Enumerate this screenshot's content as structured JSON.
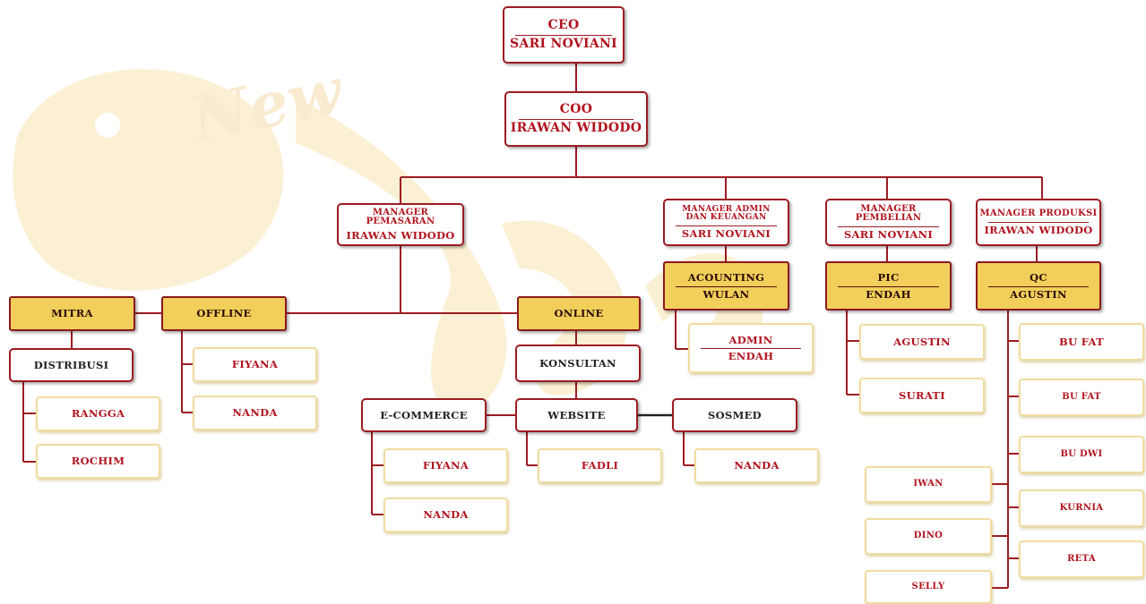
{
  "nodes": {
    "ceo": {
      "title": "CEO",
      "name": "SARI NOVIANI"
    },
    "coo": {
      "title": "COO",
      "name": "IRAWAN WIDODO"
    },
    "mgr_pemasaran": {
      "title": "MANAGER PEMASARAN",
      "name": "IRAWAN WIDODO"
    },
    "mgr_admin": {
      "title_1": "MANAGER ADMIN",
      "title_2": "DAN KEUANGAN",
      "name": "SARI NOVIANI"
    },
    "mgr_pembelian": {
      "title": "MANAGER PEMBELIAN",
      "name": "SARI NOVIANI"
    },
    "mgr_produksi": {
      "title": "MANAGER PRODUKSI",
      "name": "IRAWAN WIDODO"
    },
    "acounting": {
      "title": "ACOUNTING",
      "name": "WULAN"
    },
    "pic": {
      "title": "PIC",
      "name": "ENDAH"
    },
    "qc": {
      "title": "QC",
      "name": "AGUSTIN"
    },
    "admin": {
      "title": "ADMIN",
      "name": "ENDAH"
    },
    "mitra": "MITRA",
    "offline": "OFFLINE",
    "online": "ONLINE",
    "distribusi": "DISTRIBUSI",
    "konsultan": "KONSULTAN",
    "ecommerce": "E-COMMERCE",
    "website": "WEBSITE",
    "sosmed": "SOSMED",
    "rangga": "RANGGA",
    "rochim": "ROCHIM",
    "off_fiyana": "FIYANA",
    "off_nanda": "NANDA",
    "ec_fiyana": "FIYANA",
    "ec_nanda": "NANDA",
    "fadli": "FADLI",
    "sos_nanda": "NANDA",
    "agustin": "AGUSTIN",
    "surati": "SURATI",
    "bu_fat_1": "BU FAT",
    "bu_fat_2": "BU FAT",
    "bu_dwi": "BU DWI",
    "kurnia": "KURNIA",
    "reta": "RETA",
    "iwan": "IWAN",
    "dino": "DINO",
    "selly": "SELLY"
  },
  "watermark": {
    "text": "New"
  },
  "colors": {
    "red": "#9c1c22",
    "gold": "#f1cf5a",
    "soft_yellow": "#f0dca0",
    "watermark": "#faeed0"
  }
}
